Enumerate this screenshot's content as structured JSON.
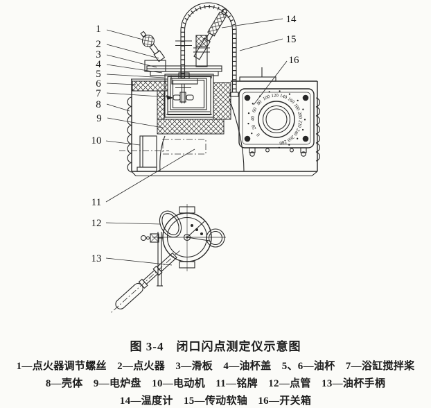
{
  "figure": {
    "title": "图 3-4　闭口闪点测定仪示意图",
    "caption_lines": [
      "1—点火器调节螺丝　2—点火器　3—滑板　4—油杯盖　5、6—油杯　7—浴缸搅拌桨",
      "8—壳体　9—电炉盘　10—电动机　11—铭牌　12—点管　13—油杯手柄",
      "14—温度计　15—传动软轴　16—开关箱"
    ]
  },
  "diagram": {
    "labels": [
      "1",
      "2",
      "3",
      "4",
      "5",
      "6",
      "7",
      "8",
      "9",
      "10",
      "11",
      "12",
      "13",
      "14",
      "15",
      "16"
    ]
  },
  "dial": {
    "numbers": [
      "0",
      "20",
      "40",
      "60",
      "80",
      "100",
      "120",
      "140",
      "160",
      "180",
      "200",
      "220",
      "240",
      "260",
      "280"
    ]
  },
  "colors": {
    "ink": "#262626",
    "paper": "#fbfbf8"
  }
}
